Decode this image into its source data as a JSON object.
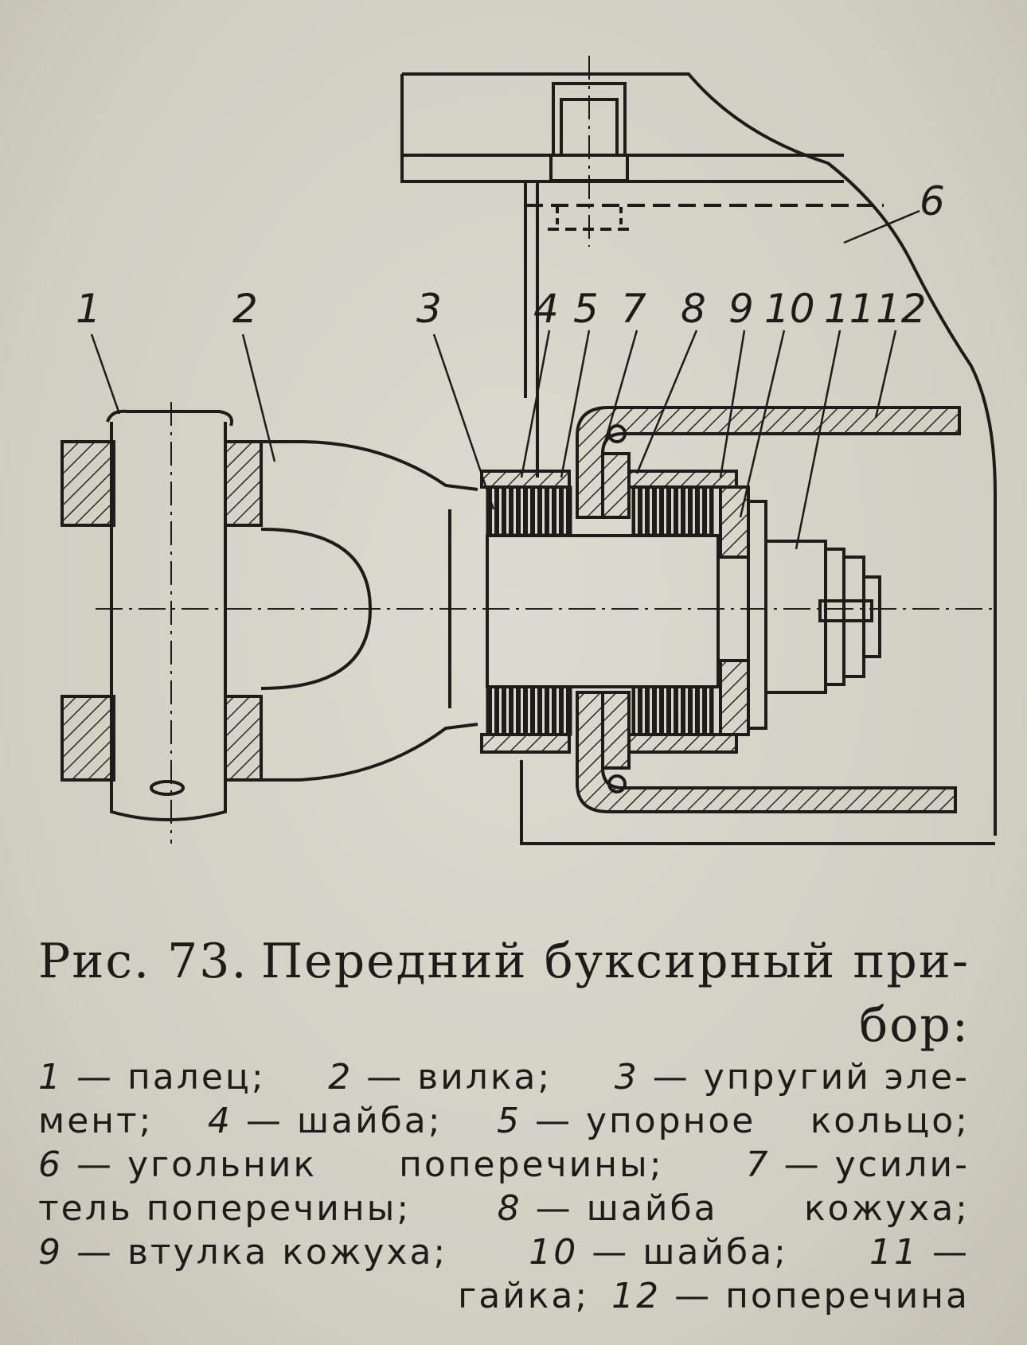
{
  "figure": {
    "caption_prefix": "Рис. 73.",
    "caption_title_line1": "Передний буксирный при-",
    "caption_title_line2": "бор:"
  },
  "callouts": [
    "1",
    "2",
    "3",
    "4",
    "5",
    "7",
    "8",
    "9",
    "10",
    "11",
    "12",
    "6"
  ],
  "legend": {
    "line1": [
      {
        "num": "1",
        "text": "— палец;"
      },
      {
        "num": "2",
        "text": "— вилка;"
      },
      {
        "num": "3",
        "text": "— упругий эле-"
      }
    ],
    "line2": [
      {
        "text": "мент;"
      },
      {
        "num": "4",
        "text": "— шайба;"
      },
      {
        "num": "5",
        "text": "— упорное"
      },
      {
        "text": "кольцо;"
      }
    ],
    "line3": [
      {
        "num": "6",
        "text": "— угольник"
      },
      {
        "text": "поперечины;"
      },
      {
        "num": "7",
        "text": "— усили-"
      }
    ],
    "line4": [
      {
        "text": "тель поперечины;"
      },
      {
        "num": "8",
        "text": "— шайба"
      },
      {
        "text": "кожуха;"
      }
    ],
    "line5": [
      {
        "num": "9",
        "text": "— втулка кожуха;"
      },
      {
        "num": "10",
        "text": "— шайба;"
      },
      {
        "num": "11",
        "text": "—"
      }
    ],
    "line6": [
      {
        "text": "гайка;"
      },
      {
        "num": "12",
        "text": "— поперечина"
      }
    ]
  }
}
